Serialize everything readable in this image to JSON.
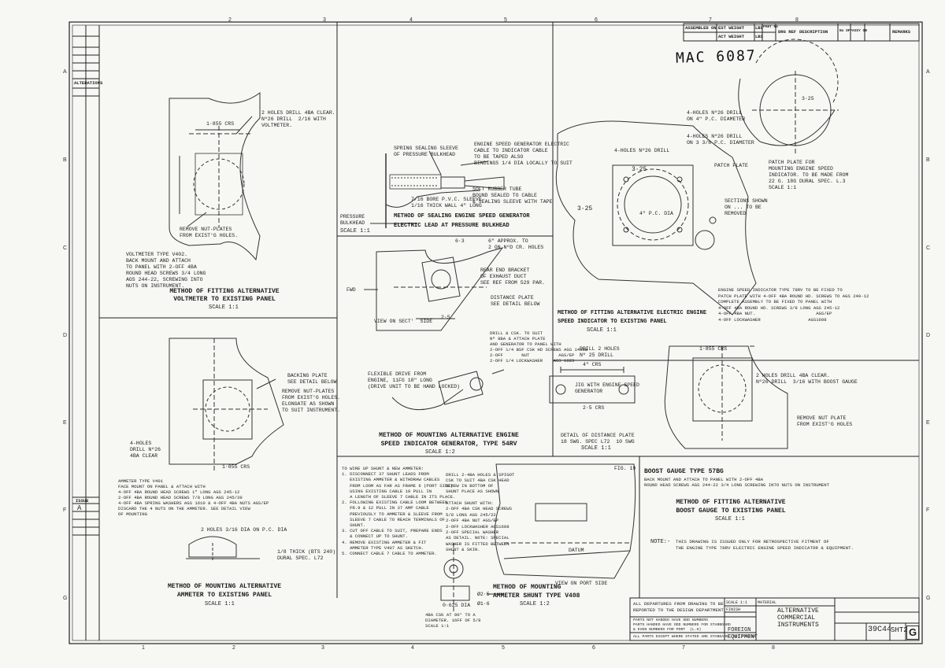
{
  "sheet": {
    "drawing_mark": "MAC 6087",
    "top_zones": [
      "2",
      "3",
      "4",
      "5",
      "6",
      "7",
      "8"
    ],
    "bottom_zones": [
      "1",
      "2",
      "3",
      "4",
      "5",
      "6",
      "7",
      "8"
    ],
    "left_zones": [
      "A",
      "B",
      "C",
      "D",
      "E",
      "F",
      "G"
    ],
    "right_zones": [
      "A",
      "B",
      "C",
      "D",
      "E",
      "F",
      "G"
    ]
  },
  "parts_table": {
    "headers": [
      "ASSEMBLED ON",
      "EST WEIGHT",
      "LBS",
      "PART No",
      "DRG REF",
      "DESCRIPTION",
      "No OFF",
      "ASSY ON",
      "REMARKS"
    ],
    "act_weight": "ACT WEIGHT",
    "lbs2": "LBS"
  },
  "left_strip": {
    "issue_label": "ISSUE",
    "issue_value": "A",
    "alterations": "ALTERATIONS"
  },
  "views": {
    "voltmeter": {
      "title_line1": "METHOD OF FITTING ALTERNATIVE",
      "title_line2": "VOLTMETER TO EXISTING PANEL",
      "scale": "SCALE 1:1",
      "note_drill": "2 HOLES DRILL 4BA CLEAR.\nNº26 DRILL  2/16 WITH\nVOLTMETER.",
      "note_remove": "REMOVE NUT-PLATES\nFROM EXIST'G HOLES.",
      "note_dim": "1·855 CRS",
      "note_spec": "VOLTMETER TYPE V402.\nBACK MOUNT AND ATTACH\nTO PANEL WITH 2-OFF 4BA\nROUND HEAD SCREWS 3/4 LONG\nAGS 244-22, SCREWING INTO\nNUTS ON INSTRUMENT."
    },
    "sealing": {
      "title_line1": "METHOD OF SEALING ENGINE SPEED GENERATOR",
      "title_line2": "ELECTRIC LEAD AT PRESSURE BULKHEAD",
      "scale": "SCALE 1:1",
      "note_sleeve": "SPRING SEALING SLEEVE\nOF PRESSURE BULKHEAD",
      "note_cable": "ENGINE SPEED GENERATOR ELECTRIC\nCABLE TO INDICATOR CABLE\nTO BE TAPED ALSO\nBINDINGS 1/4 DIA LOCALLY TO SUIT",
      "note_tube": "SOFT RUBBER TUBE\nBOUND SEALED TO CABLE\n& SEALING SLEEVE WITH TAPE",
      "note_rubber": "7/16 BORE P.V.C. SLEEVE\n1/16 THICK WALL 4\" LONG",
      "note_bulkhead": "PRESSURE\nBULKHEAD"
    },
    "electric_engine": {
      "title_line1": "METHOD OF FITTING ALTERNATIVE ELECTRIC ENGINE",
      "title_line2": "SPEED INDICATOR TO EXISTING PANEL",
      "scale": "SCALE 1:1",
      "note_holes1": "4-HOLES Nº26 DRILL\nON 4\" P.C. DIAMETER",
      "note_holes2": "4-HOLES Nº26 DRILL\nON 3 3/8 P.C. DIAMETER",
      "note_holes3": "4-HOLES Nº26 DRILL",
      "note_patch": "PATCH PLATE",
      "note_patch2": "PATCH PLATE FOR\nMOUNTING ENGINE SPEED\nINDICATOR. TO BE MADE FROM\n22 G. 18G DURAL SPEC. L.3\nSCALE 1:1",
      "note_sections": "SECTIONS SHOWN\nON ... TO BE\nREMOVED",
      "note_dim1": "3·25",
      "note_dim2": "4\" P.C. DIA",
      "note_dim3": "3·25",
      "note_dim4": "3·25",
      "note_spec": "ENGINE SPEED INDICATOR TYPE 78RV TO BE FIXED TO\nPATCH PLATE WITH 4-OFF 4BA ROUND HD. SCREWS TO AGS 240-12\nCOMPLETE ASSEMBLY TO BE FIXED TO PANEL WITH\n4-OFF 4BA ROUND HD. SCREWS 3/8 LONG AGS 245-12\n4-OFF 4BA NUT.                       AGS/EP\n4-OFF LOCKWASHER                  AGS1608"
    },
    "generator": {
      "title_line1": "METHOD OF MOUNTING ALTERNATIVE ENGINE",
      "title_line2": "SPEED INDICATOR GENERATOR, TYPE 54RV",
      "scale": "SCALE 1:2",
      "note_drill": "6\" APPROX. TO\n2 ON NºD CR. HOLES",
      "note_bracket": "REAR END BRACKET\nOF EXHAUST DUCT\nSEE REF FROM 529 PAR.",
      "note_distance": "DISTANCE PLATE\nSEE DETAIL BELOW",
      "note_view": "VIEW ON SECT'  SIDE",
      "note_fwd": "FWD",
      "note_drill2": "DRILL & CSK. TO SUIT\nNº 8BA & ATTACH PLATE\nAND GENERATOR TO PANEL WITH\n2-OFF 1/4 BSF CSK HD SCREWS AGS 1468B\n2-OFF       NUT           AGS/EP\n2-OFF 1/4 LOCKWASHER    AGS 1623",
      "note_flex": "FLEXIBLE DRIVE FROM\nENGINE, 11FG 18\" LONG\n(DRIVE UNIT TO BE HAND LOCKED)",
      "note_dim": "6·3",
      "note_dim2": "2·5",
      "note_spec2": "DRILL 2 HOLES\nNº 25 DRILL"
    },
    "distance_plate": {
      "title_line1": "DETAIL OF DISTANCE PLATE",
      "title_line2": "18 SWG. SPEC L72  10 SWG",
      "scale": "SCALE 1:1",
      "note_dim": "4\" CRS",
      "note_jig": "JIG WITH ENGINE SPEED\nGENERATOR",
      "note_dim2": "2·5 CRS"
    },
    "ammeter_panel": {
      "title_line1": "METHOD OF MOUNTING ALTERNATIVE",
      "title_line2": "AMMETER TO EXISTING PANEL",
      "scale": "SCALE 1:1",
      "note_plate": "BACKING PLATE\nSEE DETAIL BELOW",
      "note_remove": "REMOVE NUT-PLATES\nFROM EXIST'G HOLES.\nELONGATE AS SHOWN\nTO SUIT INSTRUMENT.",
      "note_holes": "4-HOLES\nDRILL Nº26\n4BA CLEAR",
      "note_dim": "1·855 CRS",
      "note_spec": "AMMETER TYPE V401\nFACE MOUNT ON PANEL & ATTACH WITH\n4-OFF 4BA ROUND HEAD SCREWS 1\" LONG AGS 245-12\n2-OFF 4BA ROUND HEAD SCREWS 7/8 LONG AGS 245/39\n4-OFF 4BA SPRING WASHERS AGS 1610 & 4-OFF 4BA NUTS AGS/EP\nDISCARD THE 4 NUTS ON THE AMMETER. SEE DETAIL VIEW\nOF MOUNTING",
      "note_thick": "1/8 THICK (BTS 240)\nDURAL SPEC. L72",
      "note_holes2": "2 HOLES 3/16 DIA ON P.C. DIA"
    },
    "shunt": {
      "title_line1": "METHOD OF MOUNTING",
      "title_line2": "AMMETER SHUNT TYPE V408",
      "scale": "SCALE 1:2",
      "view_label": "VIEW ON PORT SIDE",
      "fig": "FIG. 19",
      "datum": "DATUM",
      "note_steps": "TO WIRE UP SHUNT & NEW AMMETER:\n1. DISCONNECT 37 SHUNT LEADS FROM\n   EXISTING AMMETER & WITHDRAW CABLES\n   FROM LOOM AS FAR AS FRAME 6 (PORT SIDE)\n   USING EXISTING CABLE 19 PULL IN\n   A LENGTH OF SLEEVE 7 CABLE IN ITS PLACE.\n2. FOLLOWING EXISTING CABLE LOOM BETWEEN\n   FR.9 & 12 PULL IN 37 AMP CABLE\n   PREVIOUSLY TO AMMETER & SLEEVE FROM\n   SLEEVE 7 CABLE TO REACH TERMINALS OF\n   SHUNT.\n3. CUT OFF CABLE TO SUIT, PREPARE ENDS\n   & CONNECT UP TO SHUNT.\n4. REMOVE EXISTING AMMETER & FIT\n   AMMETER TYPE V407 AS SKETCH.\n5. CONNECT CABLE 7 CABLE TO AMMETER.",
      "note_drill": "DRILL 2-4BA HOLES & SPIGOT\nCSK TO SUIT 4BA CSK HEAD\nSCREW IN BOTTOM OF\nSHUNT PLACE AS SHOWN",
      "note_attach": "ATTACH SHUNT WITH:\n2-OFF 4BA CSK HEAD SCREWS\n5/8 LONG AGS 245/22\n2-OFF 4BA NUT AGS/EP\n2-OFF LOCKWASHER AGS1608\n2-OFF SPECIAL WASHER\nAS DETAIL. NOTE: SPECIAL\nWASHER IS FITTED BETWEEN\nSHUNT & SKIN.",
      "note_dim": "0·625 DIA",
      "note_dim2": "Ø2·5",
      "note_dim3": "Ø1·6",
      "note_washer": "4BA CSK AT 90° TO A\nDIAMETER. 16FF OF 5/8\nSCALE 1:1"
    },
    "boost": {
      "title_line1": "METHOD OF FITTING ALTERNATIVE",
      "title_line2": "BOOST GAUGE TO EXISTING PANEL",
      "scale": "SCALE 1:1",
      "note_holes": "2 HOLES DRILL 4BA CLEAR.\nNº26 DRILL  3/16 WITH BOOST GAUGE",
      "note_remove": "REMOVE NUT PLATE\nFROM EXIST'G HOLES",
      "note_dim": "1·855 CRS",
      "note_type": "BOOST GAUGE TYPE 57BG",
      "note_spec": "BACK MOUNT AND ATTACH TO PANEL WITH 2-OFF 4BA\nROUND HEAD SCREWS AGS 244-22 3/4 LONG SCREWING INTO NUTS ON INSTRUMENT"
    }
  },
  "notes": {
    "label": "NOTE:-",
    "text": "THIS DRAWING IS ISSUED ONLY FOR RETROSPECTIVE FITMENT OF\nTHE ENGINE TYPE 78RV ELECTRIC ENGINE SPEED INDICATOR & EQUIPMENT."
  },
  "title_block": {
    "departures": "ALL DEPARTURES FROM DRAWING TO BE\nREPORTED TO THE DESIGN DEPARTMENT",
    "parts_numbers": "PARTS NOT HANDED HAVE ODD NUMBERS\nPARTS HANDED HAVE ODD NUMBERS FOR STARBOARD\n& EVEN NUMBERS FOR PORT  (L.H)",
    "parts_ordered": "ALL PARTS EXCEPT WHERE STATED ARE STANDARD (SB) FINISH",
    "scale_label": "SCALE 1:1",
    "finish_label": "FINISH",
    "material_label": "MATERIAL",
    "title_line1": "ALTERNATIVE",
    "title_line2": "COMMERCIAL",
    "title_line3": "INSTRUMENTS",
    "foreign_line1": "FOREIGN",
    "foreign_line2": "EQUIPMENT",
    "drawing_no": "39C44",
    "sheet_no": "SHT2",
    "issue": "G"
  }
}
